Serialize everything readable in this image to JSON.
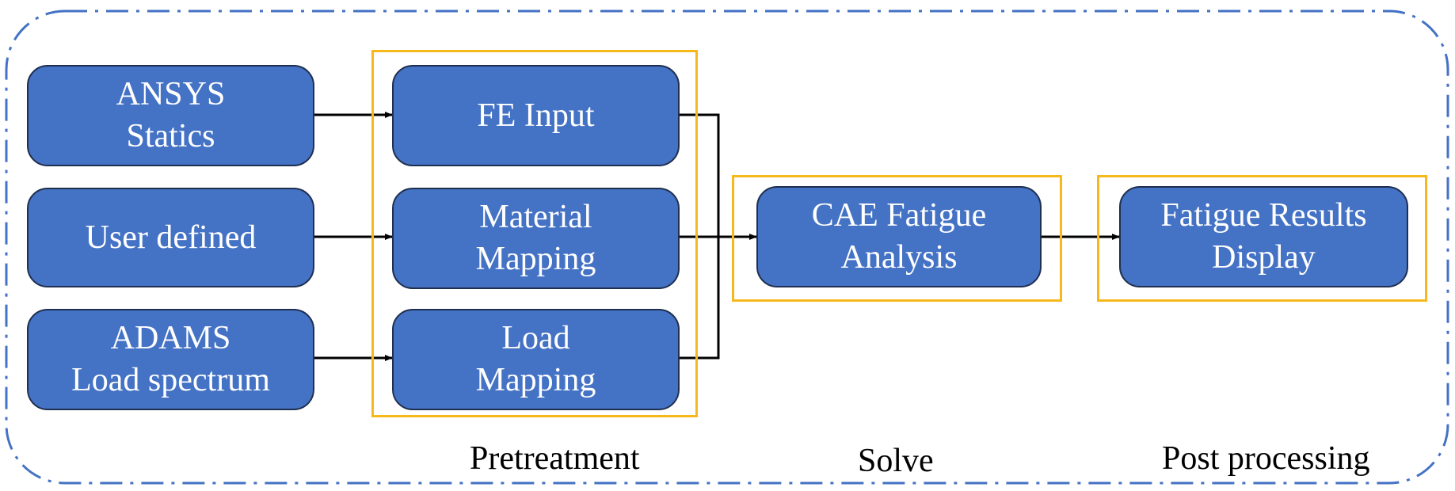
{
  "diagram": {
    "nodes": {
      "ansys": "ANSYS\nStatics",
      "user": "User defined",
      "adams": "ADAMS\nLoad spectrum",
      "fe_input": "FE Input",
      "material": "Material\nMapping",
      "load": "Load\nMapping",
      "cae": "CAE Fatigue\nAnalysis",
      "results": "Fatigue Results\nDisplay"
    },
    "stages": {
      "pretreatment": "Pretreatment",
      "solve": "Solve",
      "post": "Post processing"
    },
    "colors": {
      "node_fill": "#4472c4",
      "node_border": "#1f2f4f",
      "group_border": "#f7b81c",
      "outer_border": "#4472c4",
      "arrow": "#000000"
    }
  }
}
